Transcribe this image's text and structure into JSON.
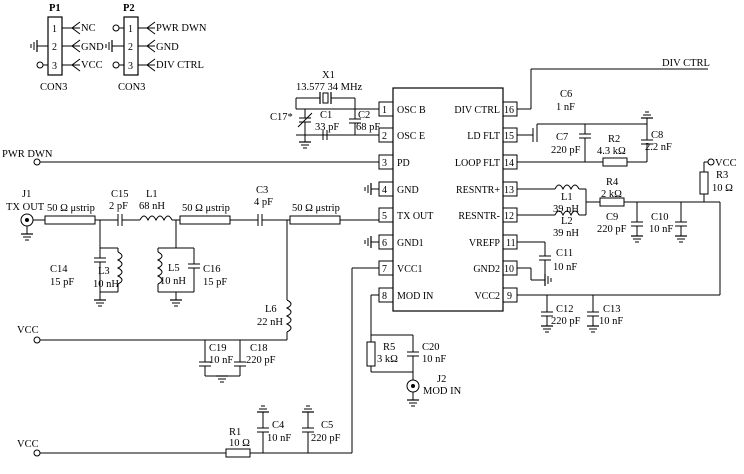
{
  "connectors": {
    "p1": {
      "ref": "P1",
      "type": "CON3",
      "pins": [
        "1",
        "2",
        "3"
      ],
      "nets": [
        "NC",
        "GND",
        "VCC"
      ]
    },
    "p2": {
      "ref": "P2",
      "type": "CON3",
      "pins": [
        "1",
        "2",
        "3"
      ],
      "nets": [
        "PWR DWN",
        "GND",
        "DIV CTRL"
      ]
    }
  },
  "ic": {
    "left_pins": [
      {
        "num": "1",
        "name": "OSC B"
      },
      {
        "num": "2",
        "name": "OSC E"
      },
      {
        "num": "3",
        "name": "PD"
      },
      {
        "num": "4",
        "name": "GND"
      },
      {
        "num": "5",
        "name": "TX OUT"
      },
      {
        "num": "6",
        "name": "GND1"
      },
      {
        "num": "7",
        "name": "VCC1"
      },
      {
        "num": "8",
        "name": "MOD IN"
      }
    ],
    "right_pins": [
      {
        "num": "16",
        "name": "DIV CTRL"
      },
      {
        "num": "15",
        "name": "LD FLT"
      },
      {
        "num": "14",
        "name": "LOOP FLT"
      },
      {
        "num": "13",
        "name": "RESNTR+"
      },
      {
        "num": "12",
        "name": "RESNTR-"
      },
      {
        "num": "11",
        "name": "VREFP"
      },
      {
        "num": "10",
        "name": "GND2"
      },
      {
        "num": "9",
        "name": "VCC2"
      }
    ]
  },
  "net_labels": {
    "div_ctrl": "DIV CTRL",
    "pwr_dwn": "PWR DWN",
    "vcc_right": "VCC",
    "vcc_left1": "VCC",
    "vcc_left2": "VCC"
  },
  "components": {
    "x1": {
      "ref": "X1",
      "value": "13.577 34 MHz"
    },
    "c1": {
      "ref": "C1",
      "value": "33 pF"
    },
    "c2": {
      "ref": "C2",
      "value": "68 pF"
    },
    "c17": {
      "ref": "C17*"
    },
    "j1": {
      "ref": "J1",
      "name": "TX OUT"
    },
    "strip1": "50 Ω μstrip",
    "strip2": "50 Ω μstrip",
    "strip3": "50 Ω μstrip",
    "c15": {
      "ref": "C15",
      "value": "2 pF"
    },
    "l1a": {
      "ref": "L1",
      "value": "68 nH"
    },
    "c3": {
      "ref": "C3",
      "value": "4 pF"
    },
    "c14": {
      "ref": "C14",
      "value": "15 pF"
    },
    "l3": {
      "ref": "L3",
      "value": "10 nH"
    },
    "l5": {
      "ref": "L5",
      "value": "10 nH"
    },
    "c16": {
      "ref": "C16",
      "value": "15 pF"
    },
    "l6": {
      "ref": "L6",
      "value": "22 nH"
    },
    "c19": {
      "ref": "C19",
      "value": "10 nF"
    },
    "c18": {
      "ref": "C18",
      "value": "220 pF"
    },
    "r1": {
      "ref": "R1",
      "value": "10 Ω"
    },
    "c4": {
      "ref": "C4",
      "value": "10 nF"
    },
    "c5": {
      "ref": "C5",
      "value": "220 pF"
    },
    "r5": {
      "ref": "R5",
      "value": "3 kΩ"
    },
    "c20": {
      "ref": "C20",
      "value": "10 nF"
    },
    "j2": {
      "ref": "J2",
      "name": "MOD IN"
    },
    "c6": {
      "ref": "C6",
      "value": "1 nF"
    },
    "c7": {
      "ref": "C7",
      "value": "220 pF"
    },
    "r2": {
      "ref": "R2",
      "value": "4.3 kΩ"
    },
    "c8": {
      "ref": "C8",
      "value": "2.2 nF"
    },
    "l1b": {
      "ref": "L1",
      "value": "39 nH"
    },
    "l2": {
      "ref": "L2",
      "value": "39 nH"
    },
    "r4": {
      "ref": "R4",
      "value": "2 kΩ"
    },
    "c9": {
      "ref": "C9",
      "value": "220 pF"
    },
    "c10": {
      "ref": "C10",
      "value": "10 nF"
    },
    "r3": {
      "ref": "R3",
      "value": "10 Ω"
    },
    "c11": {
      "ref": "C11",
      "value": "10 nF"
    },
    "c12": {
      "ref": "C12",
      "value": "220 pF"
    },
    "c13": {
      "ref": "C13",
      "value": "10 nF"
    }
  }
}
